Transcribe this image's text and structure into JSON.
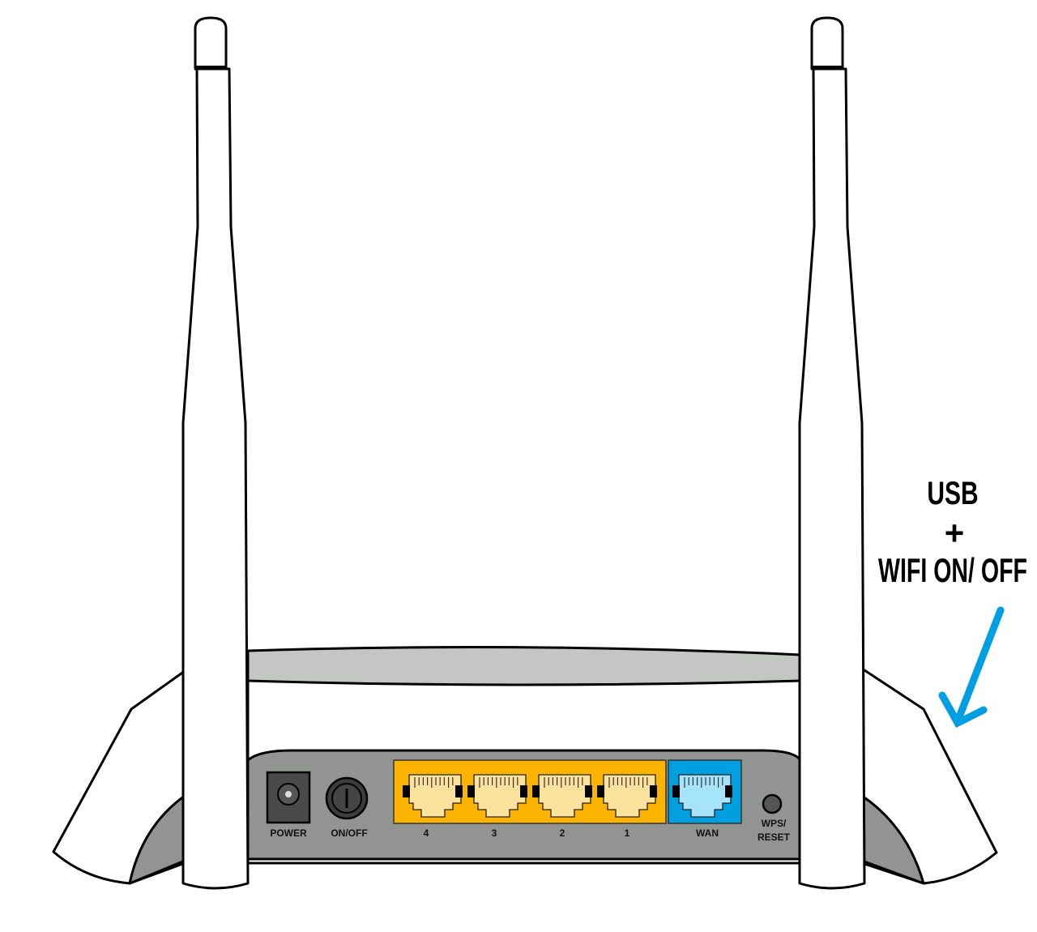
{
  "title": "Router rear panel",
  "ports": {
    "power": "POWER",
    "on_off": "ON/OFF",
    "lan": [
      "4",
      "3",
      "2",
      "1"
    ],
    "wan": "WAN",
    "wps_line1": "WPS/",
    "wps_line2": "RESET"
  },
  "annotation": {
    "line1": "USB",
    "line2": "+",
    "line3": "WIFI ON/ OFF"
  },
  "colors": {
    "lan_panel": "#fdb400",
    "lan_jack": "#fde29d",
    "wan_panel": "#00a0e0",
    "wan_jack": "#a6e4fb",
    "arrow": "#009fe3",
    "body_gray": "#929492",
    "top_band": "#c4c6c4"
  }
}
